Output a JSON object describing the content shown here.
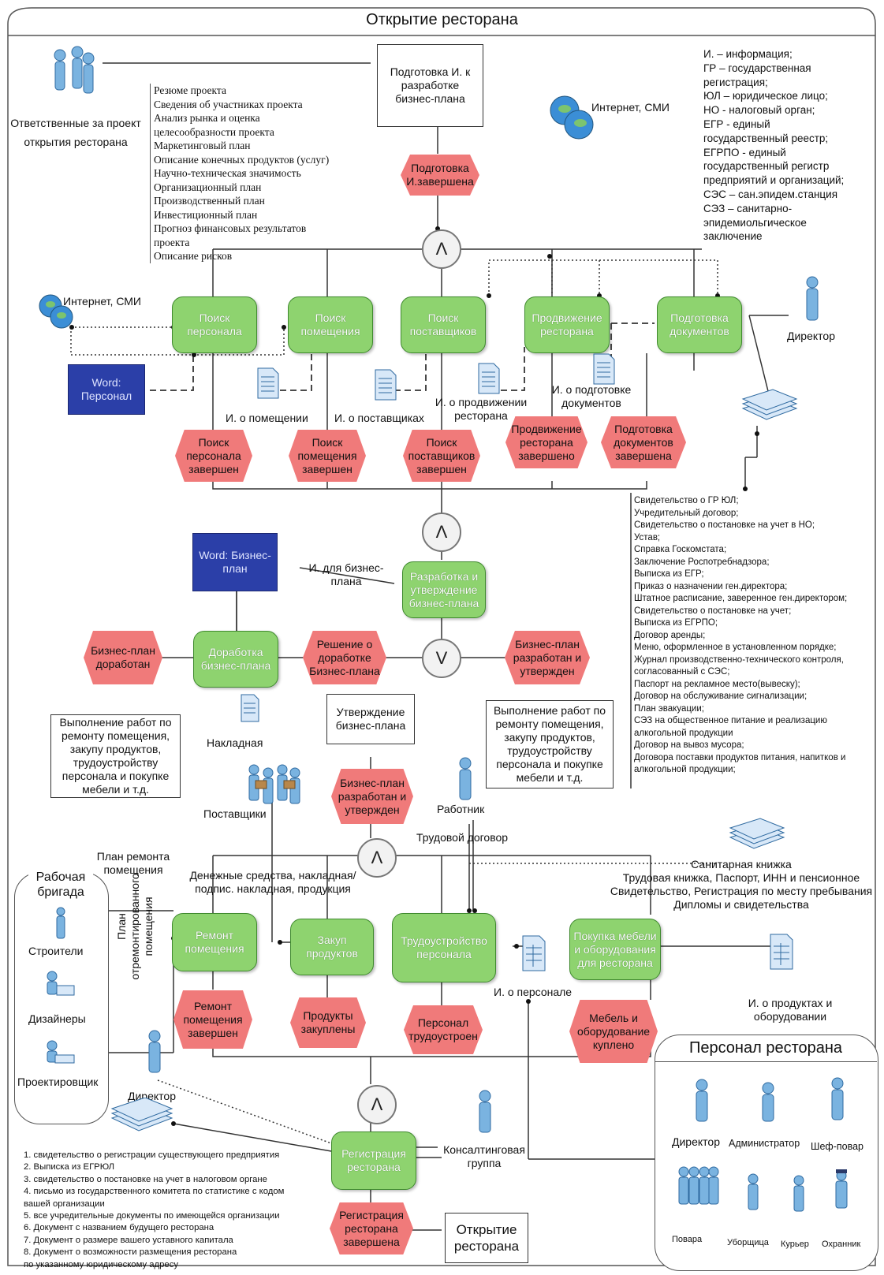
{
  "title": "Открытие ресторана",
  "responsible_label": "Ответственные за проект открытия ресторана",
  "prep_doc": "Подготовка И. к разработке бизнес-плана",
  "internet_label": "Интернет, СМИ",
  "business_plan_sections": [
    "Резюме проекта",
    "Сведения об участниках проекта",
    "Анализ рынка и оценка",
    "целесообразности проекта",
    "Маркетинговый план",
    "Описание конечных продуктов (услуг)",
    "Научно-техническая значимость",
    "Организационный план",
    "Производственный план",
    "Инвестиционный план",
    "Прогноз финансовых результатов",
    "проекта",
    "Описание рисков"
  ],
  "legend_lines": [
    "И. – информация;",
    "ГР – государственная",
    "регистрация;",
    "ЮЛ – юридическое лицо;",
    "НО - налоговый орган;",
    "ЕГР - единый",
    "государственный реестр;",
    "ЕГРПО - единый",
    "государственный регистр",
    "предприятий и организаций;",
    "СЭС – сан.эпидем.станция",
    "СЭЗ – санитарно-",
    "эпидемиольгическое",
    "заключение"
  ],
  "events": {
    "prep_done": "Подготовка И.завершена",
    "search_staff_done": "Поиск персонала завершен",
    "search_premises_done": "Поиск помещения завершен",
    "search_suppliers_done": "Поиск поставщиков завершен",
    "promotion_done": "Продвижение ресторана завершено",
    "docs_done": "Подготовка документов завершена",
    "bp_revised": "Бизнес-план доработан",
    "bp_decision": "Решение о доработке Бизнес-плана",
    "bp_approved_right": "Бизнес-план разработан и утвержден",
    "bp_approved_center": "Бизнес-план разработан и утвержден",
    "repair_done": "Ремонт помещения завершен",
    "products_bought": "Продукты закуплены",
    "staff_hired": "Персонал трудоустроен",
    "furniture_bought": "Мебель и оборудование куплено",
    "registration_done": "Регистрация ресторана завершена"
  },
  "functions": {
    "search_staff": "Поиск персонала",
    "search_premises": "Поиск помещения",
    "search_suppliers": "Поиск поставщиков",
    "promotion": "Продвижение ресторана",
    "prepare_docs": "Подготовка документов",
    "develop_bp": "Разработка и утверждение бизнес-плана",
    "revise_bp": "Доработка бизнес-плана",
    "repair": "Ремонт помещения",
    "purchase": "Закуп продуктов",
    "hiring": "Трудоустройство персонала",
    "furniture": "Покупка мебели и оборудования для ресторана",
    "registration": "Регистрация ресторана"
  },
  "operators": {
    "and": "Λ",
    "or": "V"
  },
  "word_staff": "Word: Персонал",
  "word_bp": "Word: Бизнес-план",
  "director": "Директор",
  "info_labels": {
    "premises": "И. о помещении",
    "suppliers": "И. о поставщиках",
    "promotion": "И. о продвижении ресторана",
    "docs": "И. о подготовке документов",
    "for_bp": "И. для бизнес-плана",
    "staff": "И. о персонале",
    "products_equipment": "И. о продуктах и оборудовании"
  },
  "documents_list": [
    "Свидетельство о ГР ЮЛ;",
    "Учредительный договор;",
    "Свидетельство о постановке на учет в НО;",
    "Устав;",
    "Справка Госкомстата;",
    "Заключение Роспотребнадзора;",
    "Выписка из ЕГР;",
    "Приказ о назначении ген.директора;",
    "Штатное расписание, заверенное ген.директором;",
    "Свидетельство о постановке на учет;",
    "Выписка из ЕГРПО;",
    "Договор аренды;",
    "Меню, оформленное в установленном порядке;",
    "Журнал производственно-технического контроля,",
    " согласованный с СЭС;",
    "Паспорт на рекламное место(вывеску);",
    "Договор на обслуживание сигнализации;",
    "План эвакуации;",
    "СЭЗ на общественное питание и реализацию",
    "алкогольной продукции",
    "Договор на вывоз мусора;",
    "Договора поставки продуктов питания, напитков и",
    "алкогольной продукции;"
  ],
  "works_doc_left": "Выполнение работ по ремонту помещения, закупу продуктов, трудоустройству персонала и покупке мебели и т.д.",
  "works_doc_right": "Выполнение работ по ремонту помещения, закупу продуктов, трудоустройству персонала и покупке мебели и т.д.",
  "bp_approval_doc": "Утверждение бизнес-плана",
  "invoice": "Накладная",
  "suppliers": "Поставщики",
  "worker": "Работник",
  "labor_contract": "Трудовой договор",
  "repair_plan": "План ремонта помещения",
  "money_label": "Денежные средства, накладная/ подпис. накладная, продукция",
  "sanitary": [
    "Санитарная книжка",
    "Трудовая книжка, Паспорт, ИНН и пенсионное",
    "Свидетельство, Регистрация по месту пребывания",
    "Дипломы и свидетельства"
  ],
  "work_team": {
    "title": "Рабочая бригада",
    "members": [
      "Строители",
      "Дизайнеры",
      "Проектировщик"
    ]
  },
  "renovated_plan": "План отремонтированного помещения",
  "consulting": "Консалтинговая группа",
  "registration_docs": [
    "1. свидетельство о регистрации существующего предприятия",
    "2. Выписка из ЕГРЮЛ",
    "3. свидетельство о постановке на учет в налоговом органе",
    "4. письмо из государственного комитета по статистике с кодом",
    "вашей организации",
    "5. все учредительные документы по имеющейся организации",
    "6. Документ с названием будущего ресторана",
    "7. Документ о размере вашего уставного капитала",
    "8. Документ о возможности размещения ресторана",
    "по указанному юридическому адресу"
  ],
  "opening_doc": "Открытие ресторана",
  "staff_panel": {
    "title": "Персонал ресторана",
    "roles_top": [
      "Директор",
      "Администратор",
      "Шеф-повар"
    ],
    "roles_bottom": [
      "Повара",
      "Уборщица",
      "Курьер",
      "Охранник"
    ]
  },
  "colors": {
    "function": "#8ed36f",
    "event": "#f07a7a",
    "word": "#2b3fa8"
  }
}
